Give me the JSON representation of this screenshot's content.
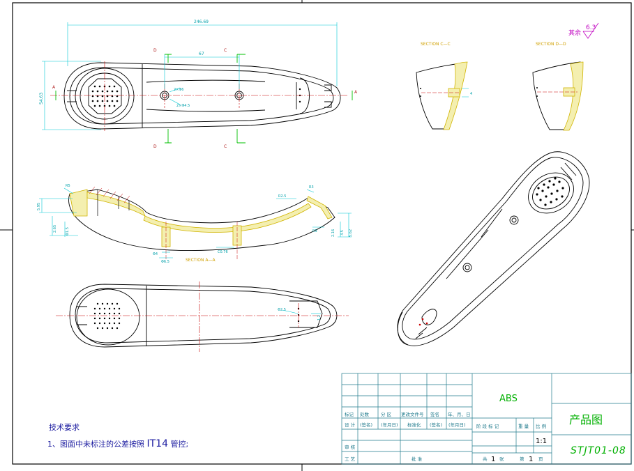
{
  "drawing": {
    "dimensions": {
      "overall_length": "246.69",
      "hole_pitch": "67",
      "overall_height": "54.63",
      "hole_2x": "2×Φ6",
      "hole_2x_b": "2×Φ4.5",
      "side_left_top": "5.95",
      "side_left_mid": "2.65",
      "side_left_low": "Φ1.5",
      "side_r1": "R2.5",
      "side_r2": "R3",
      "side_r3": "R5",
      "side_right_a": "2.16",
      "side_right_b": "3.5",
      "side_right_c": "5.62",
      "side_r4": "R3",
      "boss_a": "Φ4",
      "boss_b": "Φ6.5",
      "boss_c": "C0.76",
      "bottom_hole": "Φ2.5",
      "bottom_small": "1.2",
      "section_c_dim": "4"
    },
    "labels": {
      "section_aa": "SECTION A—A",
      "section_cc": "SECTION C—C",
      "section_dd": "SECTION D—D",
      "cut_a": "A",
      "cut_c": "C",
      "cut_d": "D",
      "surface_prefix": "其余",
      "surface_value": "6.3"
    },
    "notes": {
      "heading": "技术要求",
      "item1_prefix": "1、图面中未标注的公差按照",
      "item1_code": "IT14",
      "item1_suffix": " 管控;"
    }
  },
  "title_block": {
    "material": "ABS",
    "title": "产品图",
    "drawing_no": "STJT01-08",
    "scale": "1:1",
    "header_row": [
      "标记",
      "处数",
      "分 区",
      "更改文件号",
      "签名",
      "年、月、日"
    ],
    "design_row": [
      "设 计",
      "(签名)",
      "(年月日)",
      "标准化",
      "(签名)",
      "(年月日)"
    ],
    "stage_labels": [
      "阶 段 标 记",
      "重 量",
      "比 例"
    ],
    "review_label": "审 核",
    "process_label": "工 艺",
    "approve_label": "批 准",
    "sheets_total_label": "共",
    "sheets_total": "1",
    "sheets_unit": "张",
    "sheet_no_label": "第",
    "sheet_no": "1",
    "sheet_no_unit": "页"
  },
  "colors": {
    "outline": "#000000",
    "dimension": "#00c8d2",
    "center": "#c80000",
    "section_fill": "#f4efb0",
    "section_stroke": "#d0b400",
    "surface_mark": "#c000c0",
    "note_text": "#1c1ca0",
    "title_text": "#00b000",
    "tb_grid": "#1f7a8c"
  }
}
